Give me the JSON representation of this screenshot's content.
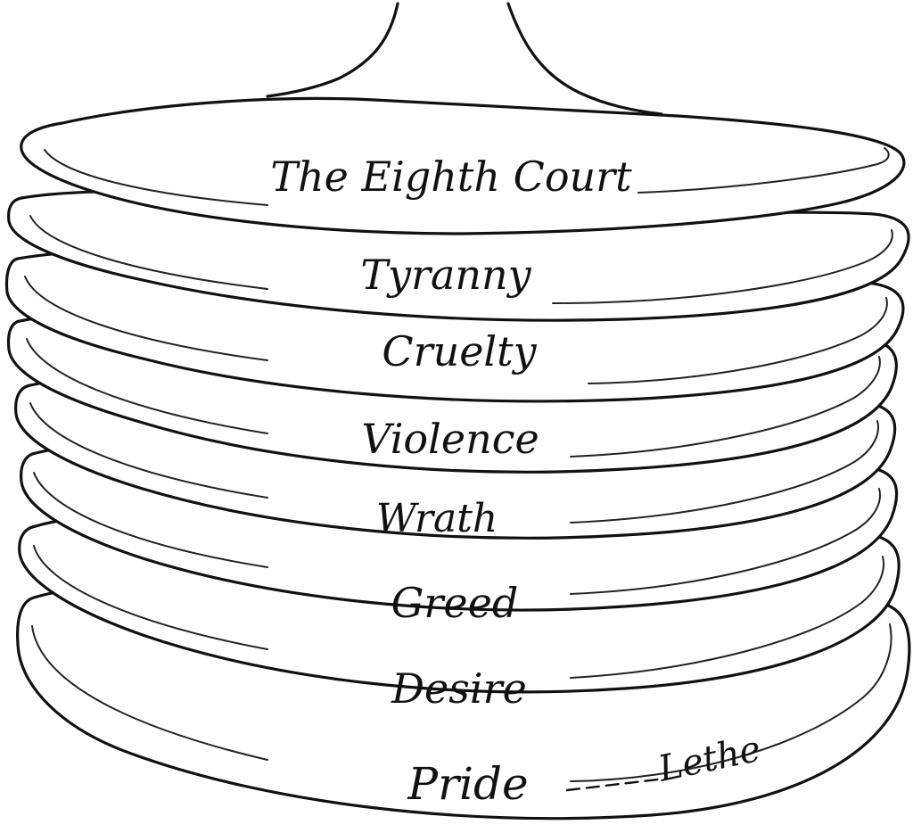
{
  "diagram": {
    "kind": "stacked-tiers",
    "tiers_top_to_bottom": [
      {
        "label": "The Eighth Court"
      },
      {
        "label": "Tyranny"
      },
      {
        "label": "Cruelty"
      },
      {
        "label": "Violence"
      },
      {
        "label": "Wrath"
      },
      {
        "label": "Greed"
      },
      {
        "label": "Desire"
      },
      {
        "label": "Pride"
      }
    ],
    "side_label": "Lethe",
    "colors": {
      "ink": "#111111",
      "paper": "#ffffff"
    }
  }
}
